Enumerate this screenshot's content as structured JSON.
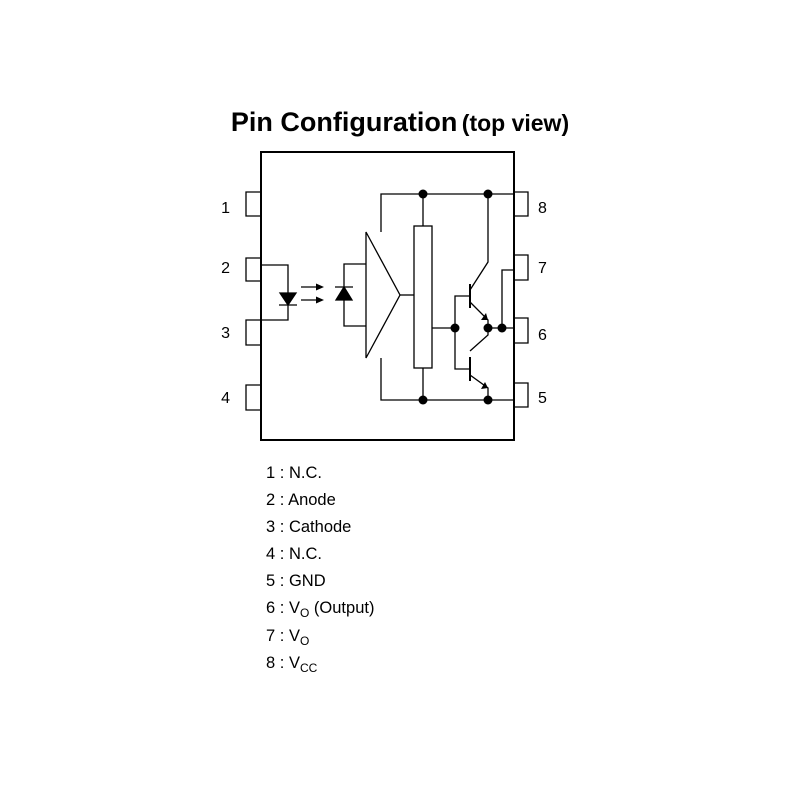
{
  "title": {
    "main": "Pin Configuration",
    "sub": "(top view)"
  },
  "pins": [
    {
      "number": "1",
      "description": "N.C."
    },
    {
      "number": "2",
      "description": "Anode"
    },
    {
      "number": "3",
      "description": "Cathode"
    },
    {
      "number": "4",
      "description": "N.C."
    },
    {
      "number": "5",
      "description": "GND"
    },
    {
      "number": "6",
      "symbol": "V",
      "subscript": "O",
      "description": "(Output)"
    },
    {
      "number": "7",
      "symbol": "V",
      "subscript": "O"
    },
    {
      "number": "8",
      "symbol": "V",
      "subscript": "CC"
    }
  ],
  "legend_separator": ":"
}
